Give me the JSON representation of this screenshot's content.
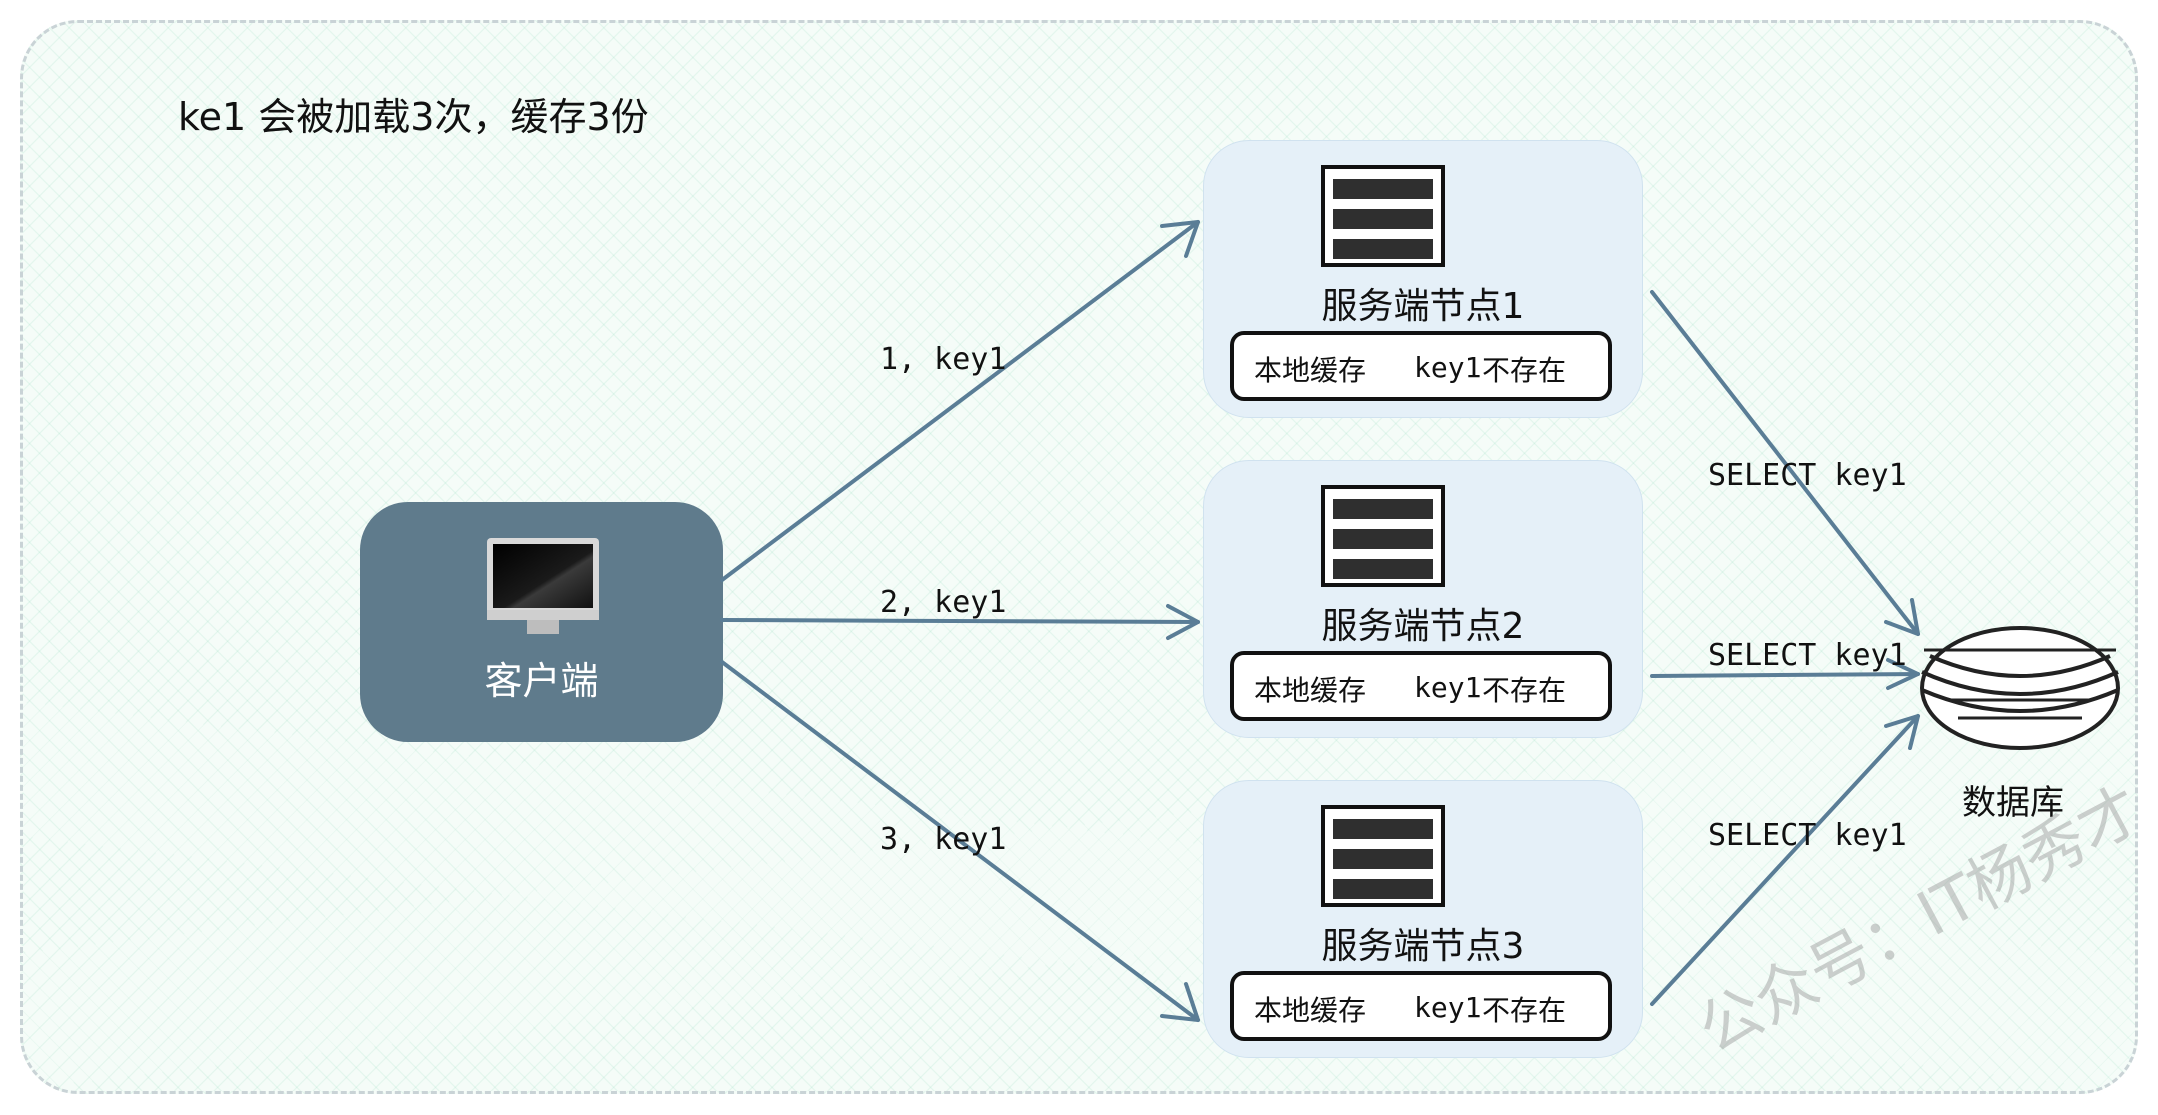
{
  "title": "ke1 会被加载3次，缓存3份",
  "client": {
    "label": "客户端",
    "icon": "monitor-icon"
  },
  "nodes": [
    {
      "title": "服务端节点1",
      "cache_label": "本地缓存",
      "cache_key": "key1",
      "cache_status": "不存在",
      "icon": "server-icon"
    },
    {
      "title": "服务端节点2",
      "cache_label": "本地缓存",
      "cache_key": "key1",
      "cache_status": "不存在",
      "icon": "server-icon"
    },
    {
      "title": "服务端节点3",
      "cache_label": "本地缓存",
      "cache_key": "key1",
      "cache_status": "不存在",
      "icon": "server-icon"
    }
  ],
  "requests": [
    {
      "label": "1, key1"
    },
    {
      "label": "2, key1"
    },
    {
      "label": "3, key1"
    }
  ],
  "queries": [
    {
      "label": "SELECT key1"
    },
    {
      "label": "SELECT key1"
    },
    {
      "label": "SELECT key1"
    }
  ],
  "database": {
    "label": "数据库",
    "icon": "database-icon"
  },
  "watermark": "公众号：IT杨秀才",
  "colors": {
    "arrow": "#5a7d96",
    "client_fill": "#5f7b8c",
    "node_fill": "#e5f0f8"
  }
}
